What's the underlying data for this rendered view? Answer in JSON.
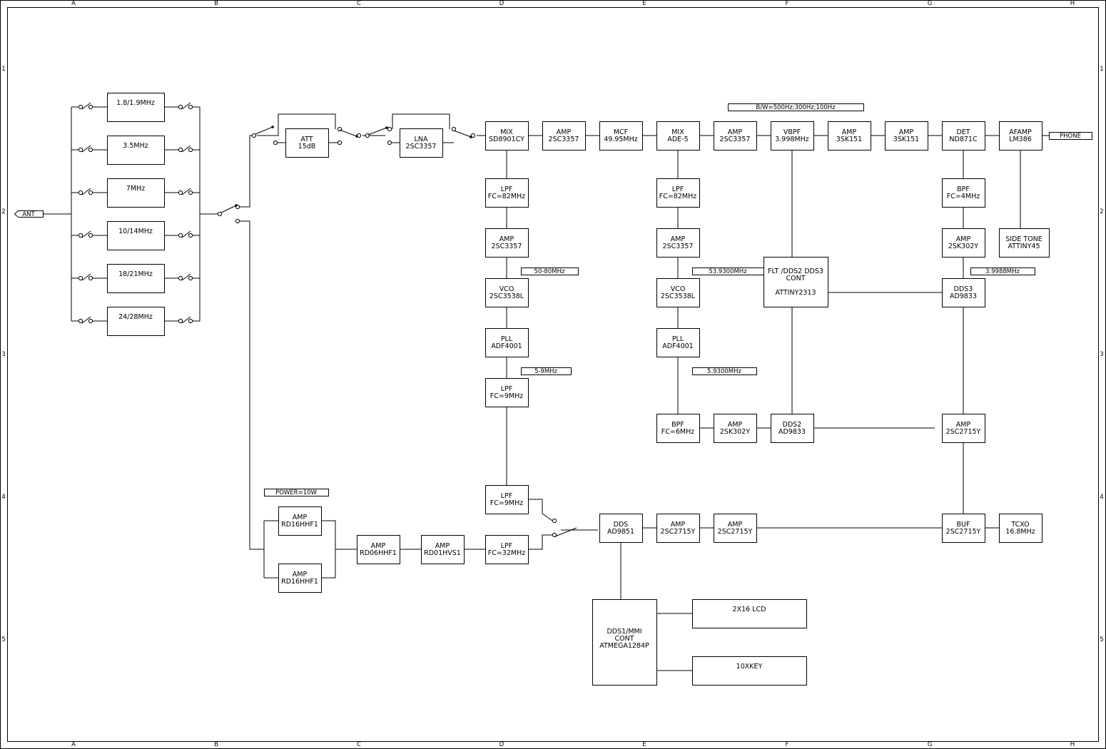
{
  "grid": {
    "columns": [
      "A",
      "B",
      "C",
      "D",
      "E",
      "F",
      "G",
      "H"
    ],
    "rows": [
      "1",
      "2",
      "3",
      "4",
      "5"
    ]
  },
  "blocks": {
    "bpf_18": [
      "1.8/1.9MHz"
    ],
    "bpf_35": [
      "3.5MHz"
    ],
    "bpf_7": [
      "7MHz"
    ],
    "bpf_10": [
      "10/14MHz"
    ],
    "bpf_18_21": [
      "18/21MHz"
    ],
    "bpf_24": [
      "24/28MHz"
    ],
    "att": [
      "ATT",
      "15dB"
    ],
    "lna": [
      "LNA",
      "2SC3357"
    ],
    "mix1": [
      "MIX",
      "SD8901CY"
    ],
    "amp_rx1": [
      "AMP",
      "2SC3357"
    ],
    "mcf": [
      "MCF",
      "49.95MHz"
    ],
    "mix2": [
      "MIX",
      "ADE-5"
    ],
    "amp_rx2": [
      "AMP",
      "2SC3357"
    ],
    "vbpf": [
      "VBPF",
      "3.998MHz"
    ],
    "amp_3sk1": [
      "AMP",
      "3SK151"
    ],
    "amp_3sk2": [
      "AMP",
      "3SK151"
    ],
    "det": [
      "DET",
      "ND871C"
    ],
    "afamp": [
      "AFAMP",
      "LM386"
    ],
    "lpf_d1": [
      "LPF",
      "FC=82MHz"
    ],
    "amp_d1": [
      "AMP",
      "2SC3357"
    ],
    "vco_d": [
      "VCO",
      "2SC3538L"
    ],
    "pll_d": [
      "PLL",
      "ADF4001"
    ],
    "lpf_d2": [
      "LPF",
      "FC=9MHz"
    ],
    "lpf_e1": [
      "LPF",
      "FC=82MHz"
    ],
    "amp_e1": [
      "AMP",
      "2SC3357"
    ],
    "vco_e": [
      "VCO",
      "2SC3538L"
    ],
    "pll_e": [
      "PLL",
      "ADF4001"
    ],
    "flt_cont": [
      "FLT /DDS2 DDS3",
      "CONT",
      "",
      "ATTINY2313"
    ],
    "bpf_g": [
      "BPF",
      "FC=4MHz"
    ],
    "amp_g": [
      "AMP",
      "2SK302Y"
    ],
    "sidetone": [
      "SIDE TONE",
      "ATTINY45"
    ],
    "dds3": [
      "DDS3",
      "AD9833"
    ],
    "bpf_e": [
      "BPF",
      "FC=6MHz"
    ],
    "amp_2sk302": [
      "AMP",
      "2SK302Y"
    ],
    "dds2": [
      "DDS2",
      "AD9833"
    ],
    "amp_g2": [
      "AMP",
      "2SC2715Y"
    ],
    "lpf_tx9": [
      "LPF",
      "FC=9MHz"
    ],
    "lpf_tx32": [
      "LPF",
      "FC=32MHz"
    ],
    "dds1": [
      "DDS",
      "AD9851"
    ],
    "amp_e2": [
      "AMP",
      "2SC2715Y"
    ],
    "amp_e3": [
      "AMP",
      "2SC2715Y"
    ],
    "buf": [
      "BUF",
      "2SC2715Y"
    ],
    "tcxo": [
      "TCXO",
      "16.8MHz"
    ],
    "pa1": [
      "AMP",
      "RD16HHF1"
    ],
    "pa2": [
      "AMP",
      "RD16HHF1"
    ],
    "drv1": [
      "AMP",
      "RD06HHF1"
    ],
    "drv2": [
      "AMP",
      "RD01HVS1"
    ],
    "mmi": [
      "DDS1/MMI",
      "CONT",
      "ATMEGA1284P"
    ],
    "lcd": [
      "2X16 LCD"
    ],
    "key": [
      "10XKEY"
    ]
  },
  "labels": {
    "bw": "B/W=500Hz;300Hz;100Hz",
    "phone": "PHONE",
    "ant": "ANT",
    "f_50_80": "50-80MHz",
    "f_5_9": "5-9MHz",
    "f_53930": "53.9300MHz",
    "f_5930": "5.9300MHz",
    "f_39988": "3.9988MHz",
    "power": "POWER=10W"
  }
}
